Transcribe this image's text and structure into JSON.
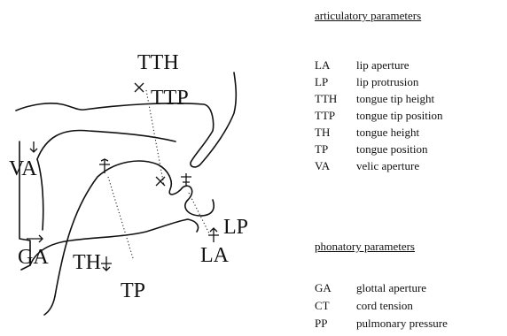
{
  "articulatory": {
    "title": "articulatory parameters",
    "items": [
      {
        "abbr": "LA",
        "desc": "lip aperture"
      },
      {
        "abbr": "LP",
        "desc": "lip protrusion"
      },
      {
        "abbr": "TTH",
        "desc": "tongue tip height"
      },
      {
        "abbr": "TTP",
        "desc": "tongue tip position"
      },
      {
        "abbr": "TH",
        "desc": "tongue height"
      },
      {
        "abbr": "TP",
        "desc": "tongue position"
      },
      {
        "abbr": "VA",
        "desc": "velic aperture"
      }
    ]
  },
  "phonatory": {
    "title": "phonatory parameters",
    "items": [
      {
        "abbr": "GA",
        "desc": "glottal aperture"
      },
      {
        "abbr": "CT",
        "desc": "cord tension"
      },
      {
        "abbr": "PP",
        "desc": "pulmonary pressure"
      }
    ]
  },
  "diagram": {
    "labels": {
      "TTH": "TTH",
      "TTP": "TTP",
      "VA": "VA",
      "GA": "GA",
      "TH": "TH",
      "TP": "TP",
      "LP": "LP",
      "LA": "LA"
    }
  }
}
